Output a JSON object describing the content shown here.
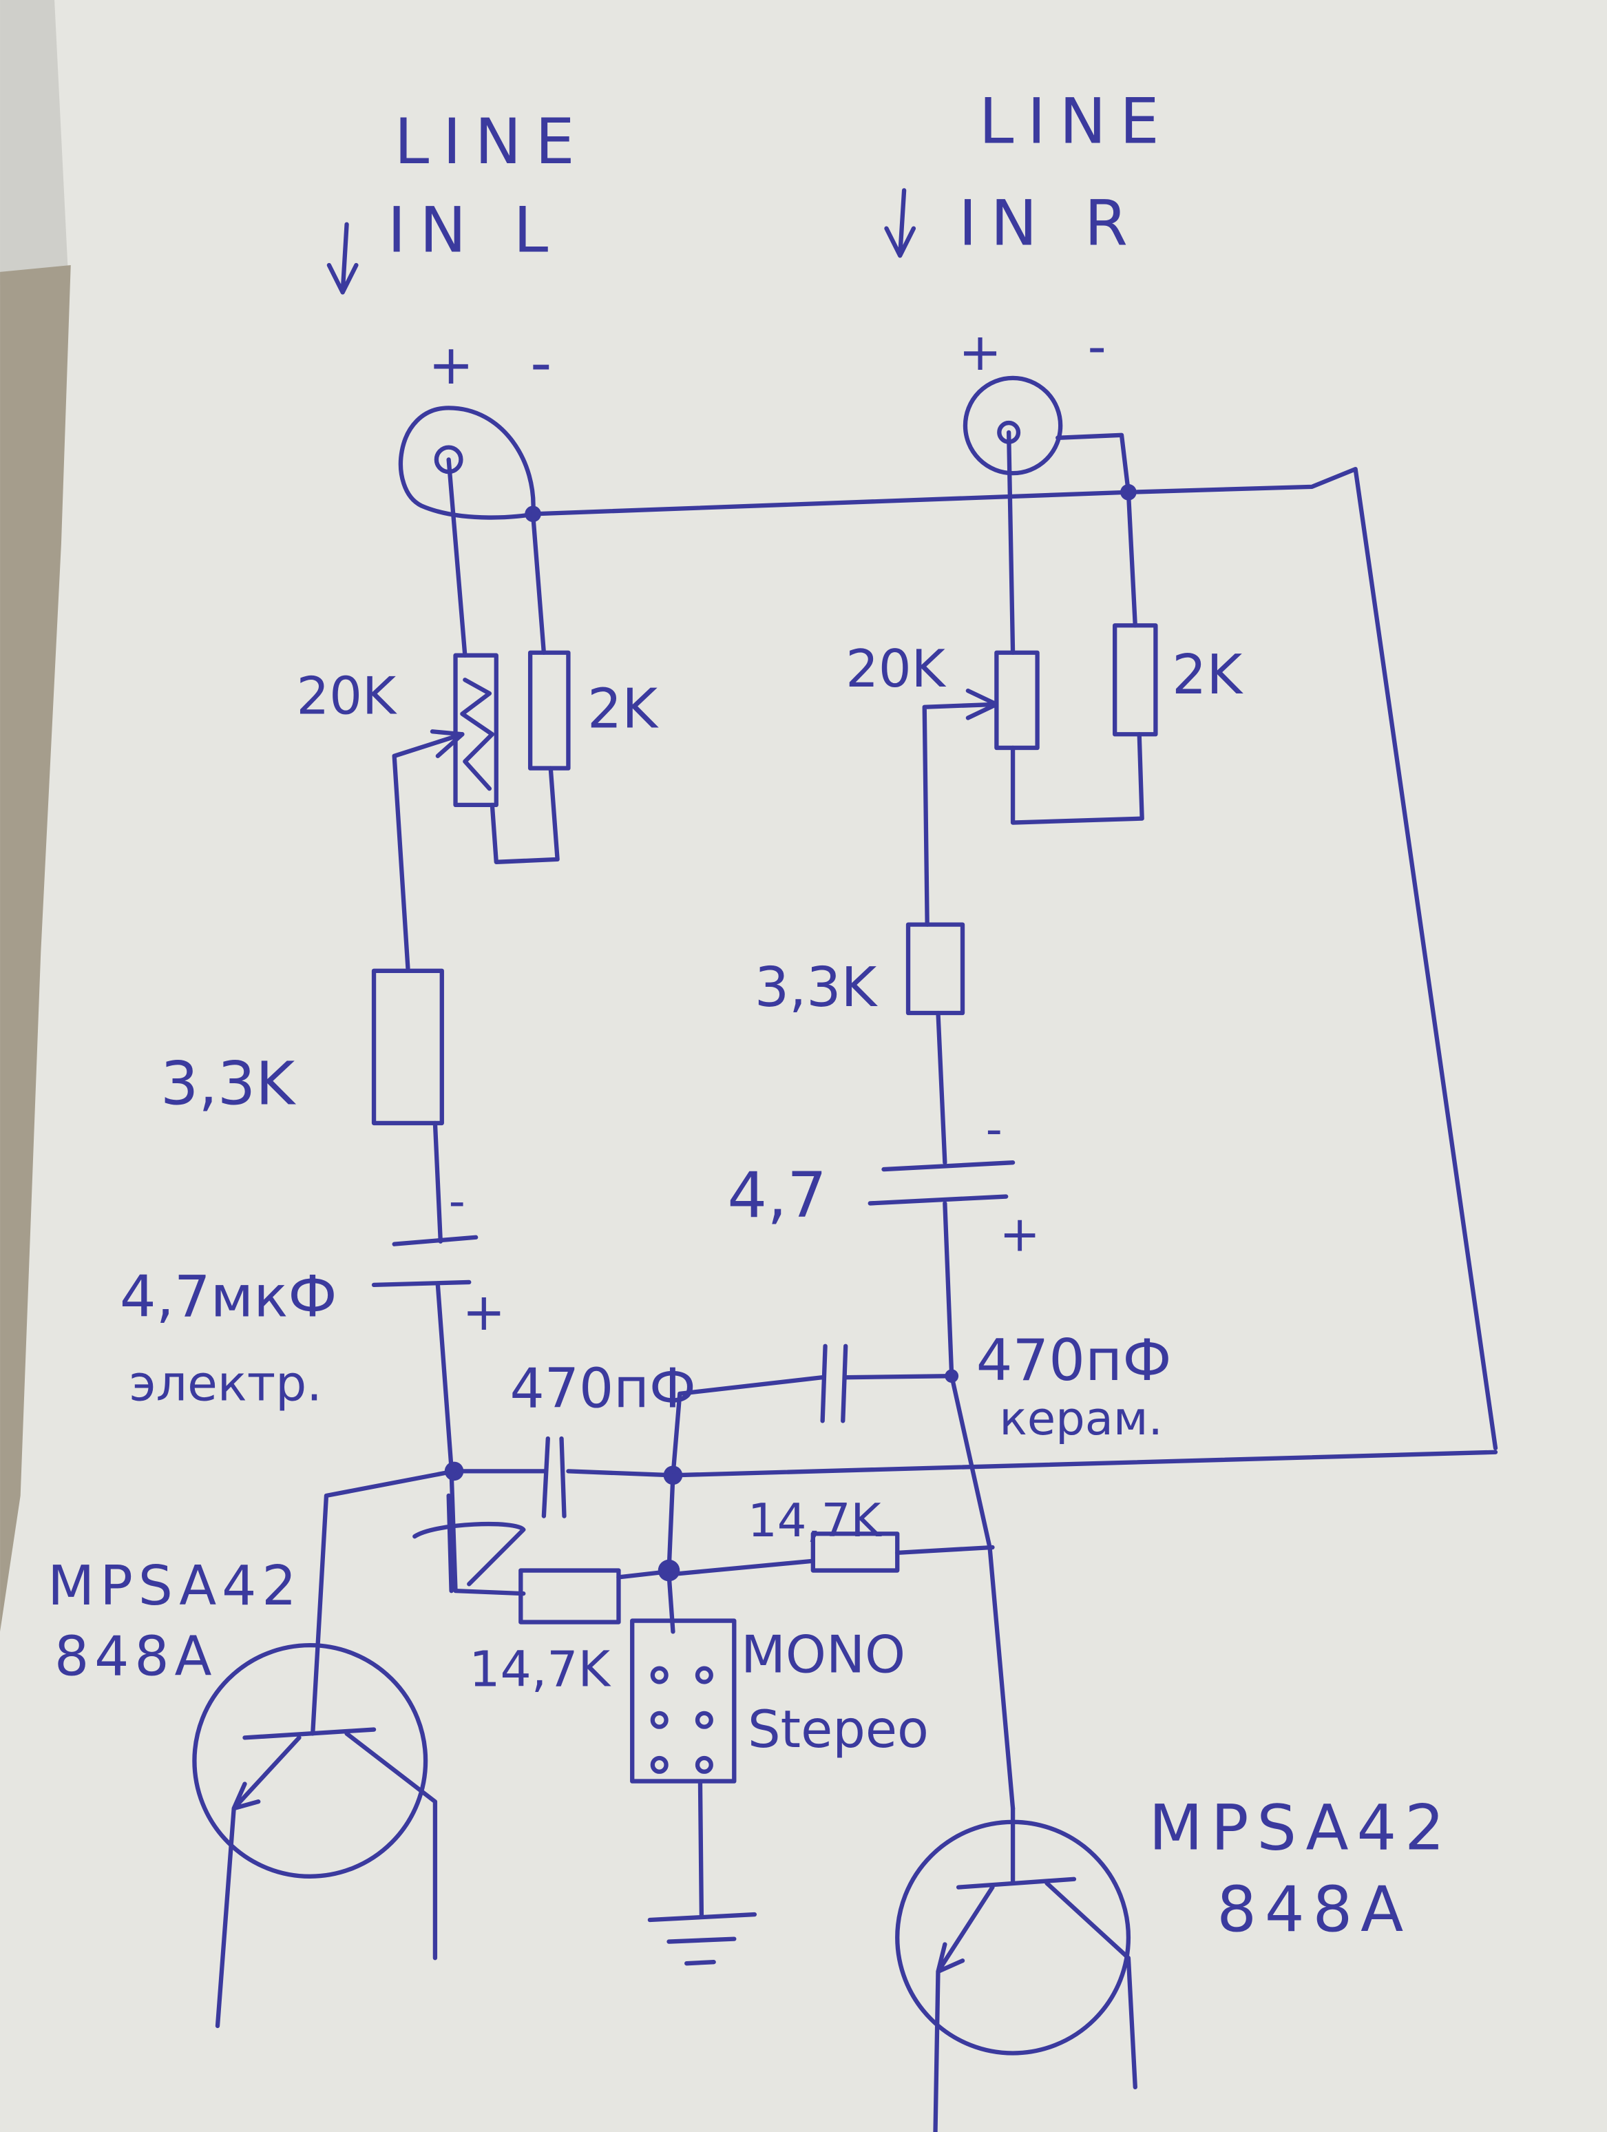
{
  "title": "Hand-drawn schematic: stereo line input to MPSA42 transistor stage",
  "colors": {
    "ink": "#3b3a9e",
    "paper": "#e6e6e1",
    "background_fabric": "#a59d8c"
  },
  "left_channel": {
    "input_label_1": "LINE",
    "input_label_2": "IN L",
    "plus": "+",
    "minus": "-",
    "pot": "20K",
    "resistor_parallel": "2K",
    "resistor_series": "3,3K",
    "cap_value": "4,7мкФ",
    "cap_type": "электр.",
    "cap_minus": "-",
    "cap_plus": "+",
    "coupling_cap": "470пФ",
    "feedback_resistor": "14,7K",
    "transistor_1": "MPSA42",
    "transistor_2": "848A"
  },
  "right_channel": {
    "input_label_1": "LINE",
    "input_label_2": "IN R",
    "plus": "+",
    "minus": "-",
    "pot": "20K",
    "resistor_parallel": "2K",
    "resistor_series": "3,3K",
    "cap_value": "4,7",
    "cap_minus": "-",
    "cap_plus": "+",
    "coupling_cap": "470пФ",
    "cap_type": "керам.",
    "feedback_resistor": "14,7K",
    "transistor_1": "MPSA42",
    "transistor_2": "848A"
  },
  "switch": {
    "label_1": "MONO",
    "label_2": "Stepeo"
  }
}
